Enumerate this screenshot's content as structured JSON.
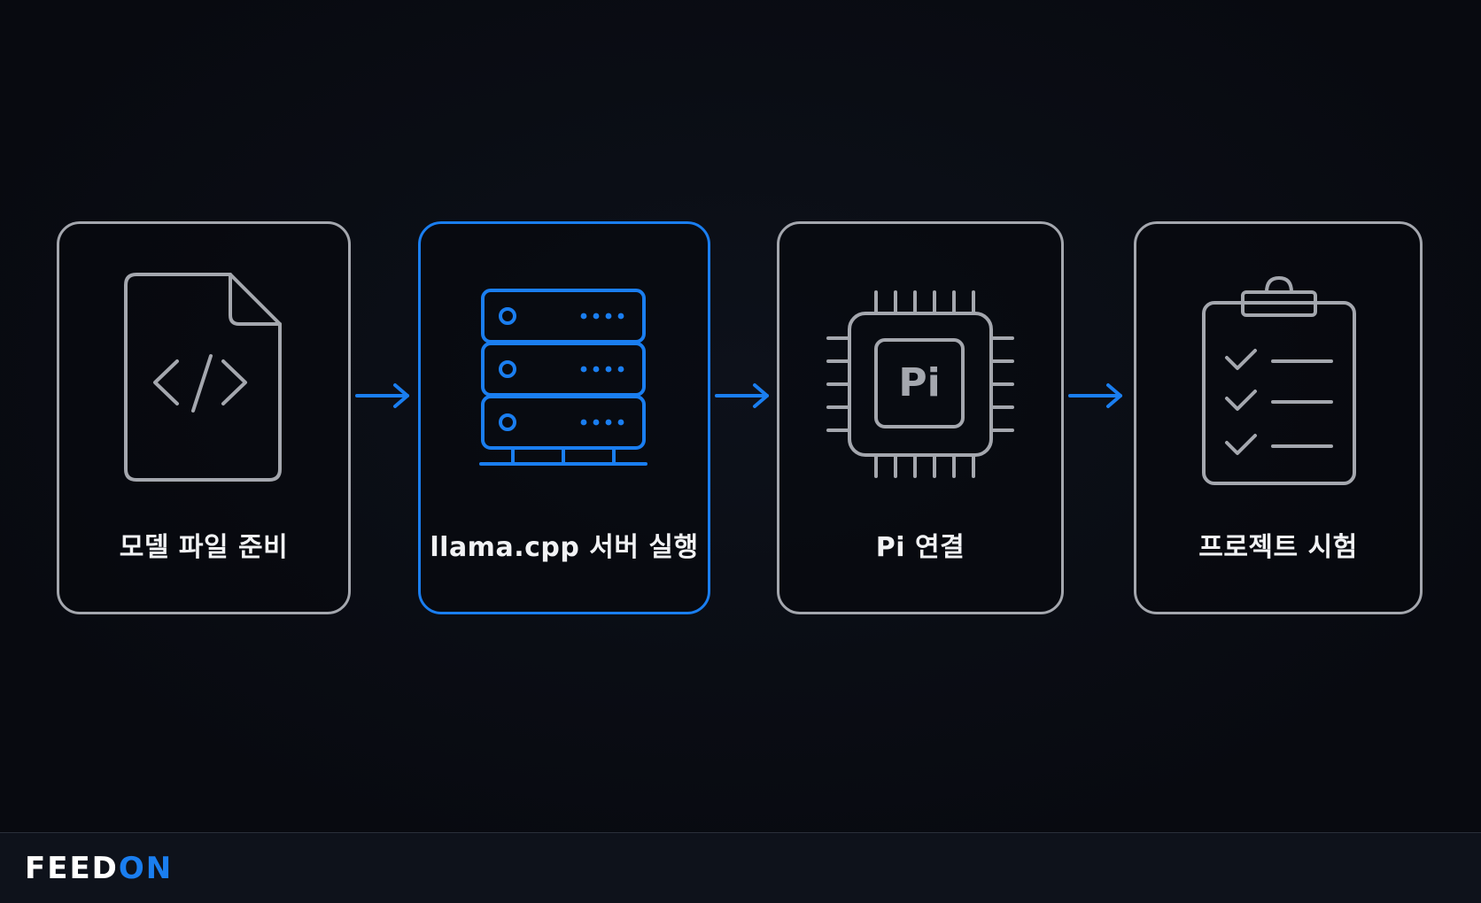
{
  "colors": {
    "background": "#0a0c13",
    "card_border": "#a4a7ae",
    "accent": "#1a7ef0",
    "label": "#f1f2f4"
  },
  "steps": [
    {
      "label": "모델 파일 준비",
      "icon": "code-file-icon",
      "active": false
    },
    {
      "label": "llama.cpp 서버 실행",
      "icon": "server-icon",
      "active": true
    },
    {
      "label": "Pi 연결",
      "icon": "pi-chip-icon",
      "active": false,
      "icon_text": "Pi"
    },
    {
      "label": "프로젝트 시험",
      "icon": "checklist-clipboard-icon",
      "active": false
    }
  ],
  "arrows": [
    "arrow-right-icon",
    "arrow-right-icon",
    "arrow-right-icon"
  ],
  "footer": {
    "brand_part_a": "FEED",
    "brand_part_b": "ON"
  }
}
